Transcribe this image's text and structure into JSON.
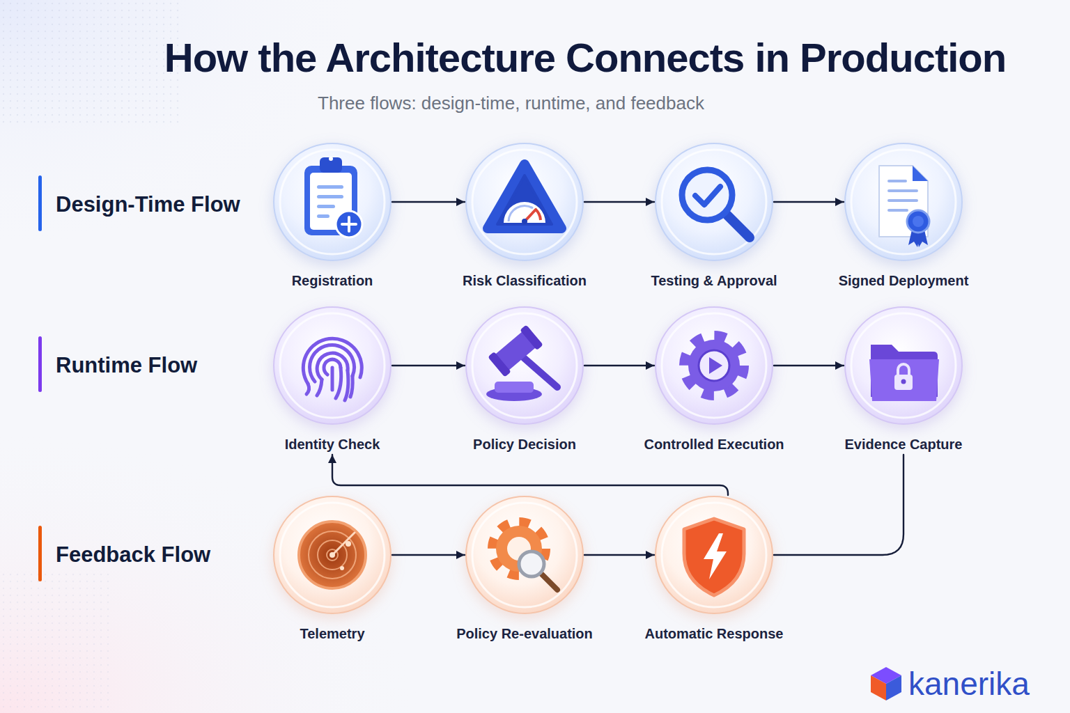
{
  "diagram": {
    "title": "How the Architecture Connects in Production",
    "nodes": [
      {
        "text": [
          "Registration"
        ]
      },
      {
        "text": [
          "Risk Classification"
        ]
      },
      {
        "text": [
          "Testing & Approval"
        ]
      },
      {
        "text": [
          "Signed Deployment"
        ]
      },
      {
        "text": [
          "Identity Check"
        ]
      },
      {
        "text": [
          "Policy Decision"
        ]
      },
      {
        "text": [
          "Controlled Execution"
        ]
      },
      {
        "text": [
          "Evidence Capture"
        ]
      },
      {
        "text": [
          "Telemetry"
        ]
      },
      {
        "text": [
          "Policy Re-evaluation"
        ]
      },
      {
        "text": [
          "Automatic Response"
        ]
      }
    ],
    "edges": [
      {
        "from": 0,
        "to": 1,
        "arrow": "to"
      },
      {
        "from": 1,
        "to": 2,
        "arrow": "to"
      },
      {
        "from": 2,
        "to": 3,
        "arrow": "to"
      },
      {
        "from": 4,
        "to": 5,
        "arrow": "to"
      },
      {
        "from": 5,
        "to": 6,
        "arrow": "to"
      },
      {
        "from": 6,
        "to": 7,
        "arrow": "to"
      },
      {
        "from": 7,
        "to": 10,
        "arrow": "none"
      },
      {
        "from": 8,
        "to": 9,
        "arrow": "to"
      },
      {
        "from": 9,
        "to": 10,
        "arrow": "to"
      },
      {
        "from": 10,
        "to": 4,
        "arrow": "to"
      }
    ],
    "labels": [
      "Three flows: design-time, runtime, and feedback",
      "Design-Time Flow",
      "Runtime Flow",
      "Feedback Flow",
      "kanerika"
    ]
  }
}
